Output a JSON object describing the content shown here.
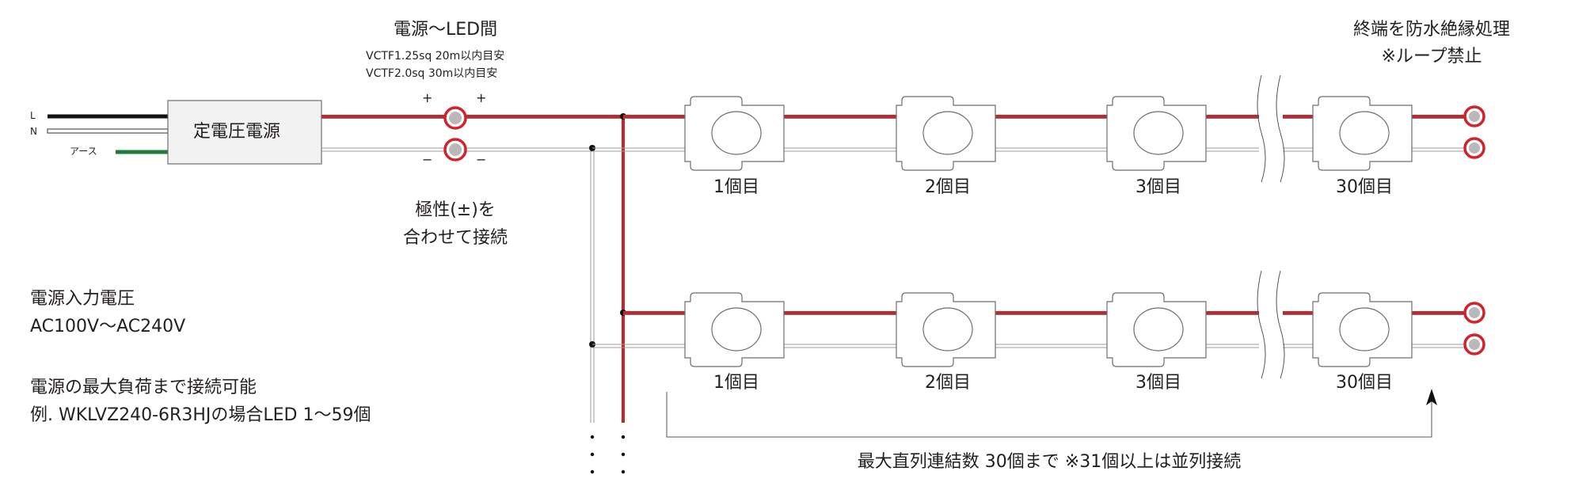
{
  "header": {
    "cable_title": "電源〜LED間",
    "cable_spec_1": "VCTF1.25sq  20m以内目安",
    "cable_spec_2": "VCTF2.0sq    30m以内目安",
    "end_note_1": "終端を防水絶縁処理",
    "end_note_2": "※ループ禁止"
  },
  "power_supply": {
    "label": "定電圧電源",
    "wire_l": "L",
    "wire_n": "N",
    "wire_earth": "アース"
  },
  "polarity": {
    "plus": "+",
    "minus": "−",
    "note_1": "極性(±)を",
    "note_2": "合わせて接続"
  },
  "rows": [
    {
      "modules": [
        "1個目",
        "2個目",
        "3個目",
        "30個目"
      ]
    },
    {
      "modules": [
        "1個目",
        "2個目",
        "3個目",
        "30個目"
      ]
    }
  ],
  "info": {
    "input_title": "電源入力電圧",
    "input_range": "AC100V〜AC240V",
    "capacity_line_1": "電源の最大負荷まで接続可能",
    "capacity_line_2": "例. WKLVZ240-6R3HJの場合LED 1〜59個"
  },
  "series_note": "最大直列連結数 30個まで   ※31個以上は並列接続",
  "colors": {
    "positive_wire": "#c8242b",
    "negative_wire": "#9d9d9d",
    "earth_wire": "#1e7b3a",
    "live_wire": "#111111",
    "terminal_ring": "#d2232a",
    "terminal_core": "#b9b9b9",
    "stroke": "#3a3a3a"
  }
}
